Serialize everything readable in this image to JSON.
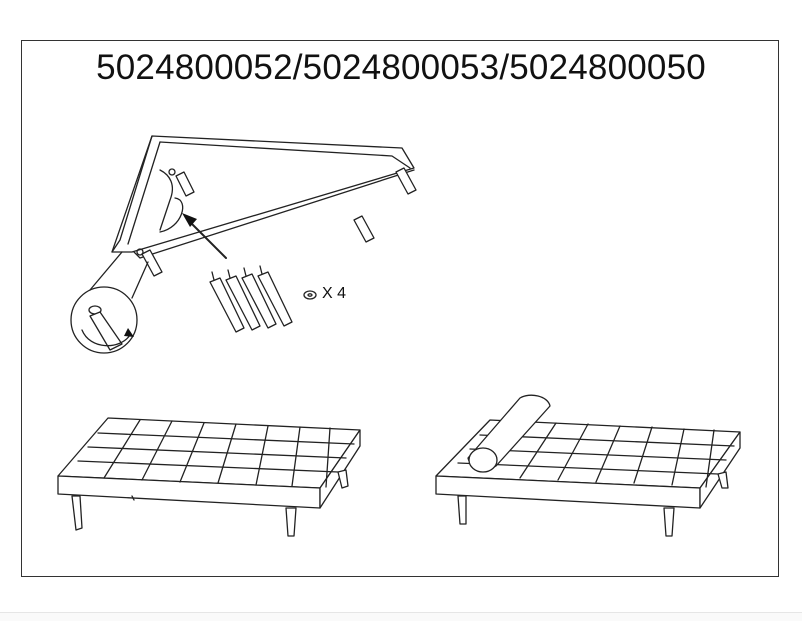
{
  "document": {
    "title": "5024800052/5024800053/5024800050",
    "hardware_quantity": "X 4"
  },
  "icons": [
    "sofa-frame-illustration",
    "leg-icon",
    "washer-icon",
    "arrow-icon",
    "sofa-bed-illustration",
    "sofa-bed-with-bolster-illustration"
  ]
}
